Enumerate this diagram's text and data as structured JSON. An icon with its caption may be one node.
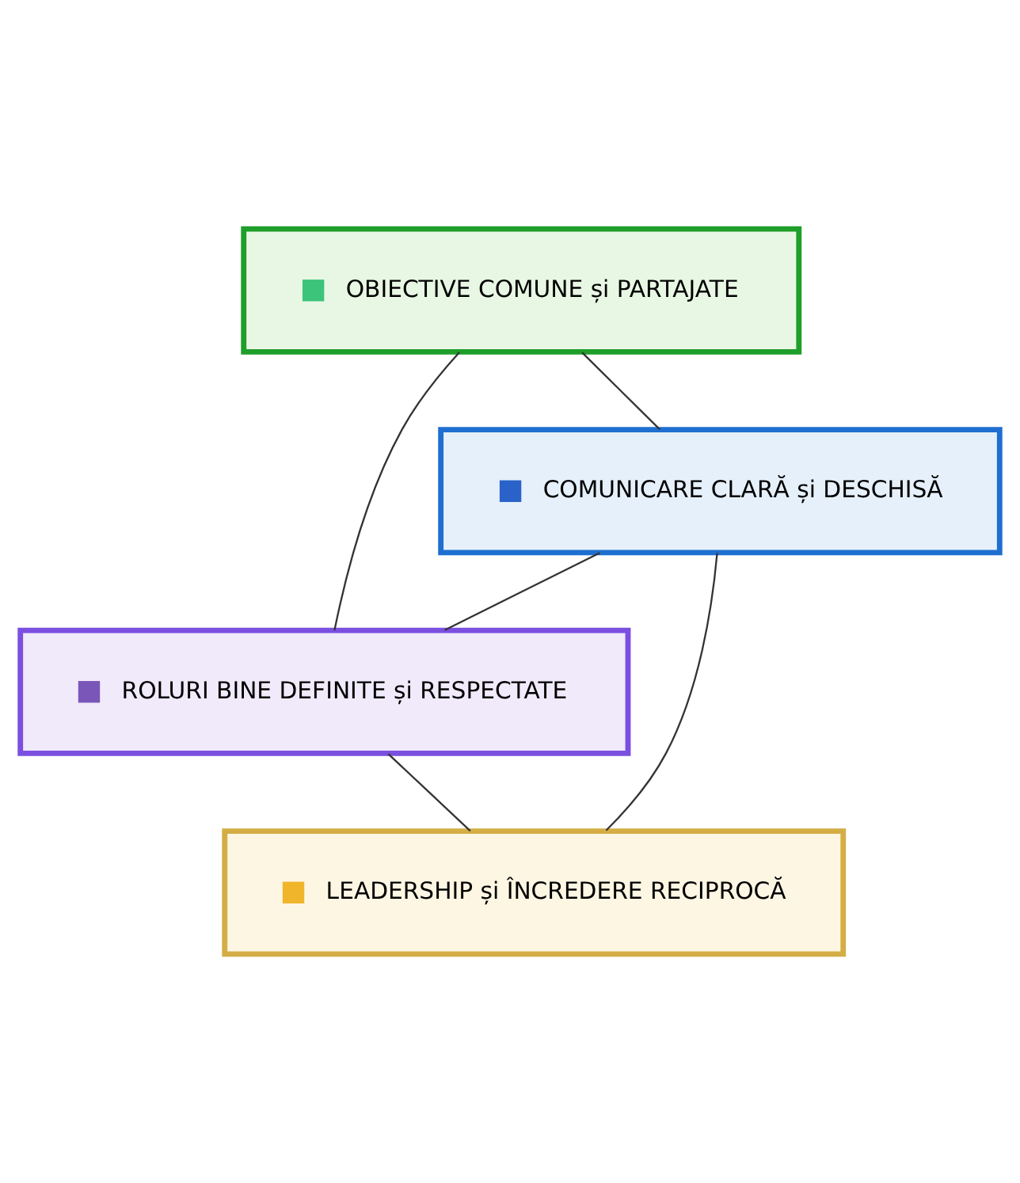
{
  "diagram": {
    "nodes": [
      {
        "text": [
          "OBIECTIVE COMUNE și PARTAJATE"
        ]
      },
      {
        "text": [
          "COMUNICARE CLARĂ și DESCHISĂ"
        ]
      },
      {
        "text": [
          "ROLURI BINE DEFINITE și RESPECTATE"
        ]
      },
      {
        "text": [
          "LEADERSHIP și ÎNCREDERE RECIPROCĂ"
        ]
      }
    ],
    "edges": [
      {
        "from": 0,
        "to": 1,
        "arrow": "none"
      },
      {
        "from": 0,
        "to": 2,
        "arrow": "none"
      },
      {
        "from": 1,
        "to": 2,
        "arrow": "none"
      },
      {
        "from": 1,
        "to": 3,
        "arrow": "none"
      },
      {
        "from": 2,
        "to": 3,
        "arrow": "none"
      }
    ]
  }
}
